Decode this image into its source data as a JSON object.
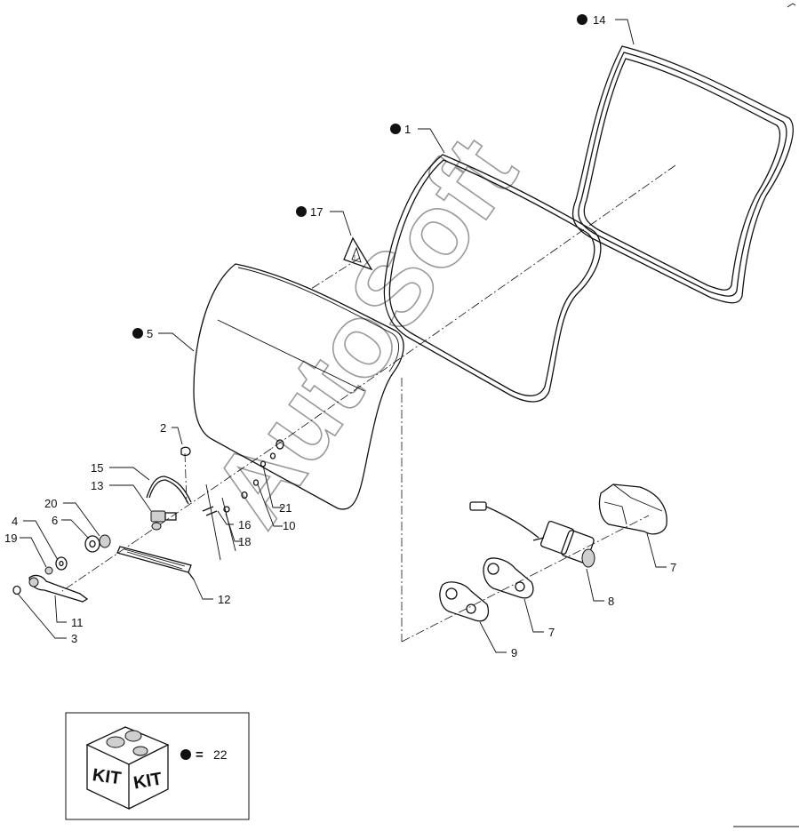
{
  "labels": {
    "l1": "1",
    "l2": "2",
    "l3": "3",
    "l4": "4",
    "l5": "5",
    "l6": "6",
    "l7a": "7",
    "l7b": "7",
    "l8": "8",
    "l9": "9",
    "l10": "10",
    "l11": "11",
    "l12": "12",
    "l13": "13",
    "l14": "14",
    "l15": "15",
    "l16": "16",
    "l17": "17",
    "l18": "18",
    "l19": "19",
    "l20": "20",
    "l21": "21"
  },
  "legend": {
    "kit_text_left": "KIT",
    "kit_text_right": "KIT",
    "equals": "=",
    "kit_number": "22"
  },
  "watermark": "AutoSoft"
}
